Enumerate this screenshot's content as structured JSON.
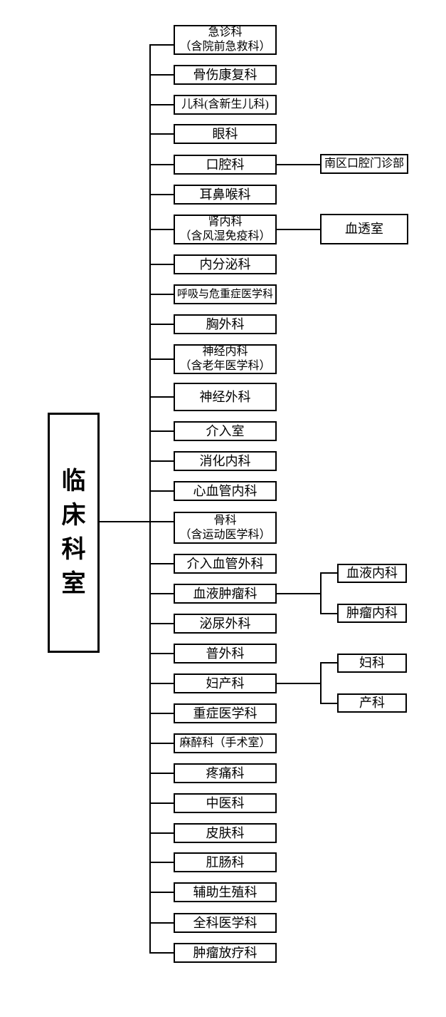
{
  "root": {
    "label": "临床科室"
  },
  "departments": [
    {
      "label": "急诊科\n（含院前急救科）"
    },
    {
      "label": "骨伤康复科"
    },
    {
      "label": "儿科(含新生儿科)"
    },
    {
      "label": "眼科"
    },
    {
      "label": "口腔科",
      "children": [
        {
          "label": "南区口腔门诊部"
        }
      ]
    },
    {
      "label": "耳鼻喉科"
    },
    {
      "label": "肾内科\n（含风湿免疫科）",
      "children": [
        {
          "label": "血透室"
        }
      ]
    },
    {
      "label": "内分泌科"
    },
    {
      "label": "呼吸与危重症医学科"
    },
    {
      "label": "胸外科"
    },
    {
      "label": "神经内科\n（含老年医学科）"
    },
    {
      "label": "神经外科"
    },
    {
      "label": "介入室"
    },
    {
      "label": "消化内科"
    },
    {
      "label": "心血管内科"
    },
    {
      "label": "骨科\n（含运动医学科）"
    },
    {
      "label": "介入血管外科"
    },
    {
      "label": "血液肿瘤科",
      "children": [
        {
          "label": "血液内科"
        },
        {
          "label": "肿瘤内科"
        }
      ]
    },
    {
      "label": "泌尿外科"
    },
    {
      "label": "普外科"
    },
    {
      "label": "妇产科",
      "children": [
        {
          "label": "妇科"
        },
        {
          "label": "产科"
        }
      ]
    },
    {
      "label": "重症医学科"
    },
    {
      "label": "麻醉科（手术室）"
    },
    {
      "label": "疼痛科"
    },
    {
      "label": "中医科"
    },
    {
      "label": "皮肤科"
    },
    {
      "label": "肛肠科"
    },
    {
      "label": "辅助生殖科"
    },
    {
      "label": "全科医学科"
    },
    {
      "label": "肿瘤放疗科"
    }
  ],
  "colors": {
    "line": "#000000",
    "background": "#ffffff",
    "text": "#000000"
  }
}
